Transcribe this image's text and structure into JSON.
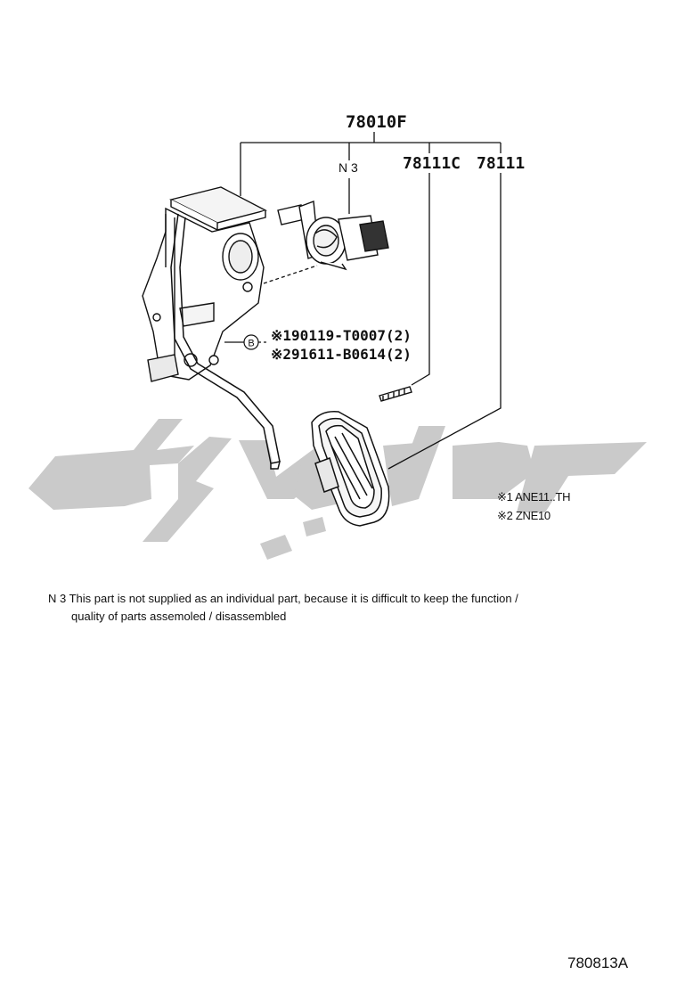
{
  "parts": {
    "assembly": "78010F",
    "pad_c": "78111C",
    "pad": "78111",
    "n3_tag": "N 3",
    "bolts": [
      {
        "mark": "※1",
        "number": "90119-T0007",
        "qty": "(2)"
      },
      {
        "mark": "※2",
        "number": "91611-B0614",
        "qty": "(2)"
      }
    ],
    "callout_letter": "B"
  },
  "applicability": [
    {
      "mark": "※1",
      "text": "ANE11..TH"
    },
    {
      "mark": "※2",
      "text": "ZNE10"
    }
  ],
  "note": {
    "line1": "N 3  This part is not supplied as an individual part, because it is difficult to keep the function /",
    "line2": "quality of parts assemoled / disassembled"
  },
  "diagram_id": "780813A",
  "watermark": {
    "color": "#c9c9c9"
  }
}
